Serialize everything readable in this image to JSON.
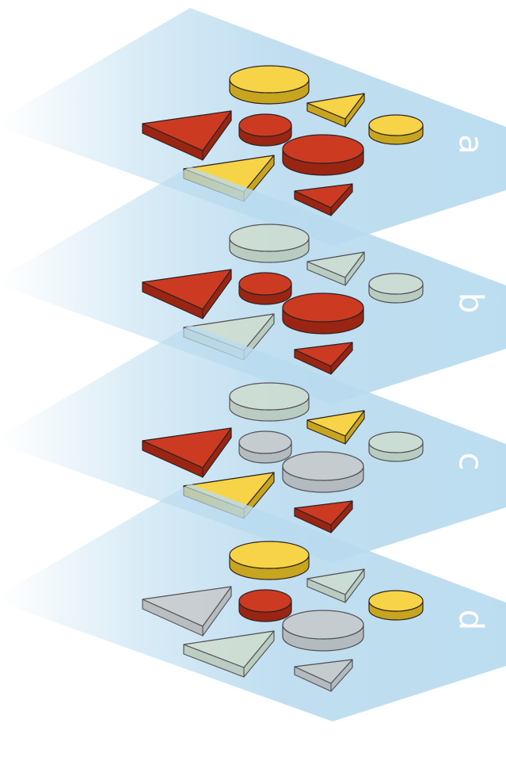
{
  "figure": {
    "colors": {
      "plane": "#b9dbef",
      "red": "#cc3a22",
      "red_side": "#9a2512",
      "yellow": "#f6d347",
      "yellow_side": "#c8a51e",
      "faded_green": "#cfdccb",
      "faded_gray": "#c6c6c6",
      "outline": "#2d2222"
    },
    "planes": [
      {
        "label": "a",
        "shapes": {
          "ellipse_top": "yellow",
          "ellipse_mid_left": "red",
          "ellipse_right": "yellow",
          "ellipse_center": "red",
          "triangle_left": "red",
          "triangle_top_right": "yellow",
          "triangle_bottom_left": "yellow",
          "triangle_bottom_right": "red"
        }
      },
      {
        "label": "b",
        "shapes": {
          "ellipse_top": "faded_green",
          "ellipse_mid_left": "red",
          "ellipse_right": "faded_green",
          "ellipse_center": "red",
          "triangle_left": "red",
          "triangle_top_right": "faded_green",
          "triangle_bottom_left": "faded_green",
          "triangle_bottom_right": "red"
        }
      },
      {
        "label": "c",
        "shapes": {
          "ellipse_top": "faded_green",
          "ellipse_mid_left": "faded_gray",
          "ellipse_right": "faded_green",
          "ellipse_center": "faded_gray",
          "triangle_left": "red",
          "triangle_top_right": "yellow",
          "triangle_bottom_left": "yellow",
          "triangle_bottom_right": "red"
        }
      },
      {
        "label": "d",
        "shapes": {
          "ellipse_top": "yellow",
          "ellipse_mid_left": "red",
          "ellipse_right": "yellow",
          "ellipse_center": "faded_gray",
          "triangle_left": "faded_gray",
          "triangle_top_right": "faded_green",
          "triangle_bottom_left": "faded_green",
          "triangle_bottom_right": "faded_gray"
        }
      }
    ]
  }
}
